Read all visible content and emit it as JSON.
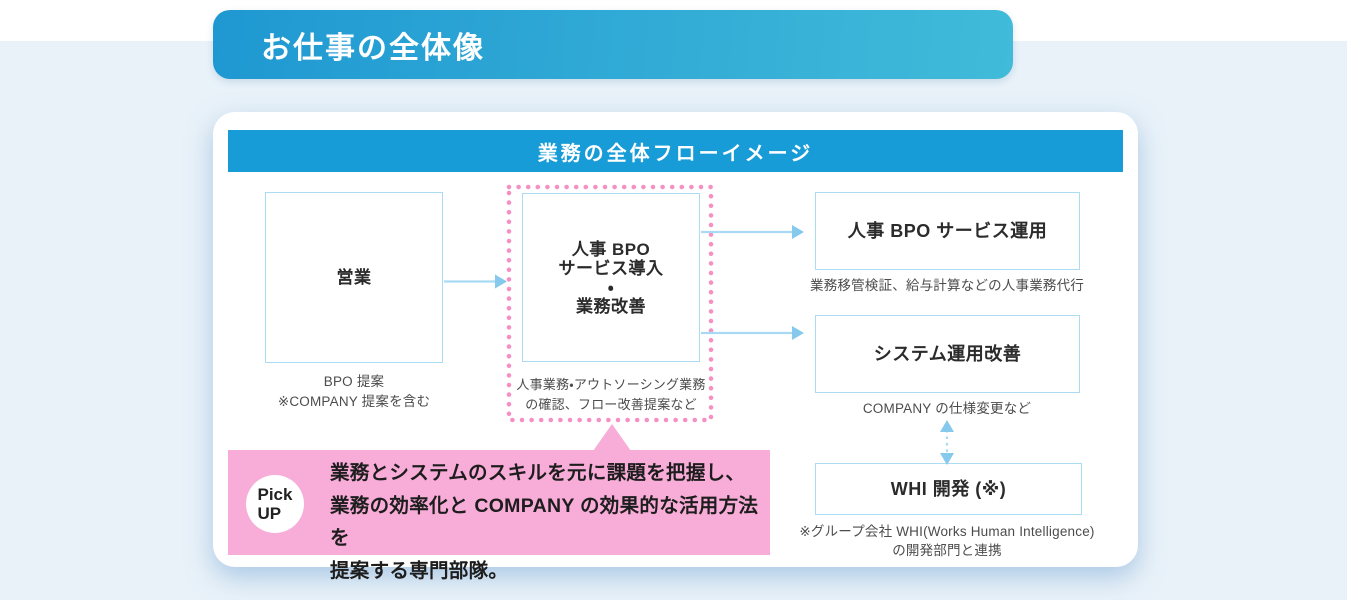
{
  "page": {
    "title": "お仕事の全体像"
  },
  "panel": {
    "title": "業務の全体フローイメージ"
  },
  "nodes": {
    "sales": {
      "label": "営業",
      "caption": "BPO 提案\n※COMPANY 提案を含む"
    },
    "bpo_intro": {
      "label": "人事 BPO\nサービス導入\n・\n業務改善",
      "caption": "人事業務・アウトソーシング業務\nの確認、フロー改善提案など"
    },
    "bpo_ops": {
      "label": "人事 BPO サービス運用",
      "caption": "業務移管検証、給与計算などの人事業務代行"
    },
    "sys_ops": {
      "label": "システム運用改善",
      "caption": "COMPANY の仕様変更など"
    },
    "whi_dev": {
      "label": "WHI 開発 (※)",
      "caption": "※グループ会社 WHI(Works Human Intelligence)\nの開発部門と連携"
    }
  },
  "pickup": {
    "badge": "Pick\nUP",
    "text": "業務とシステムのスキルを元に課題を把握し、\n業務の効率化と COMPANY の効果的な活用方法を\n提案する専門部隊。"
  },
  "colors": {
    "bg": "#e9f2f9",
    "header-start": "#1f98d2",
    "header-end": "#41bbd9",
    "panel-bar": "#189cd8",
    "box-border": "#aadcf4",
    "arrow": "#a9d9f3",
    "arrow-head": "#85c9ed",
    "dot-pink": "#f590c5",
    "pickup-bg": "#f8acd8",
    "text-dark": "#2b2b2b",
    "text-caption": "#4c4c4c"
  }
}
